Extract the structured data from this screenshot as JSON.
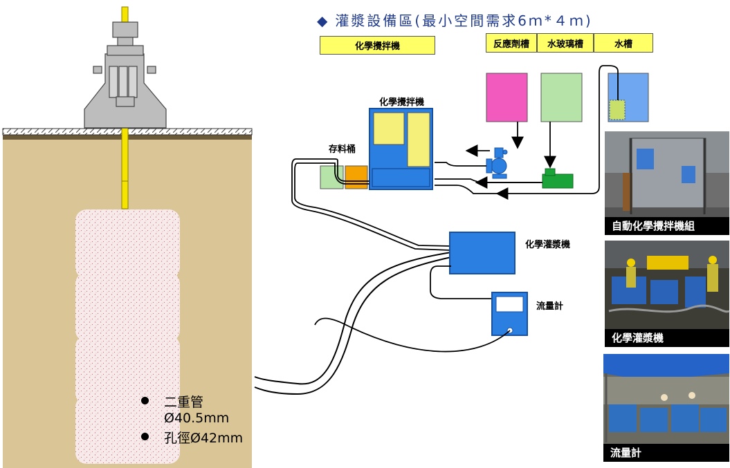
{
  "title": "灌漿設備區(最小空間需求6ｍ*４ｍ)",
  "header_labels": {
    "mixer": "化學攪拌機",
    "reactant_tank": "反應劑槽",
    "water_glass_tank": "水玻璃槽",
    "water_tank": "水槽"
  },
  "equipment_labels": {
    "mixer": "化學攪拌機",
    "storage_bucket": "存料桶",
    "grouting_machine": "化學灌漿機",
    "flow_meter": "流量計"
  },
  "photos": [
    {
      "caption": "自動化學攪拌機組"
    },
    {
      "caption": "化學灌漿機"
    },
    {
      "caption": "流量計"
    }
  ],
  "specs": {
    "line1": "二重管",
    "line2": "Ø40.5mm",
    "line3": "孔徑Ø42mm"
  },
  "colors": {
    "soil": "#d9c596",
    "pipe": "#f5e400",
    "machine_blue": "#2a7fe0",
    "pink_tank": "#f25bbd",
    "green_tank": "#b6e3a8",
    "water_tank": "#6fa8f0",
    "pump_green": "#1aa338",
    "orange_bucket": "#f5a300",
    "label_yellow": "#ffff66",
    "title_blue": "#1f3a8a"
  }
}
